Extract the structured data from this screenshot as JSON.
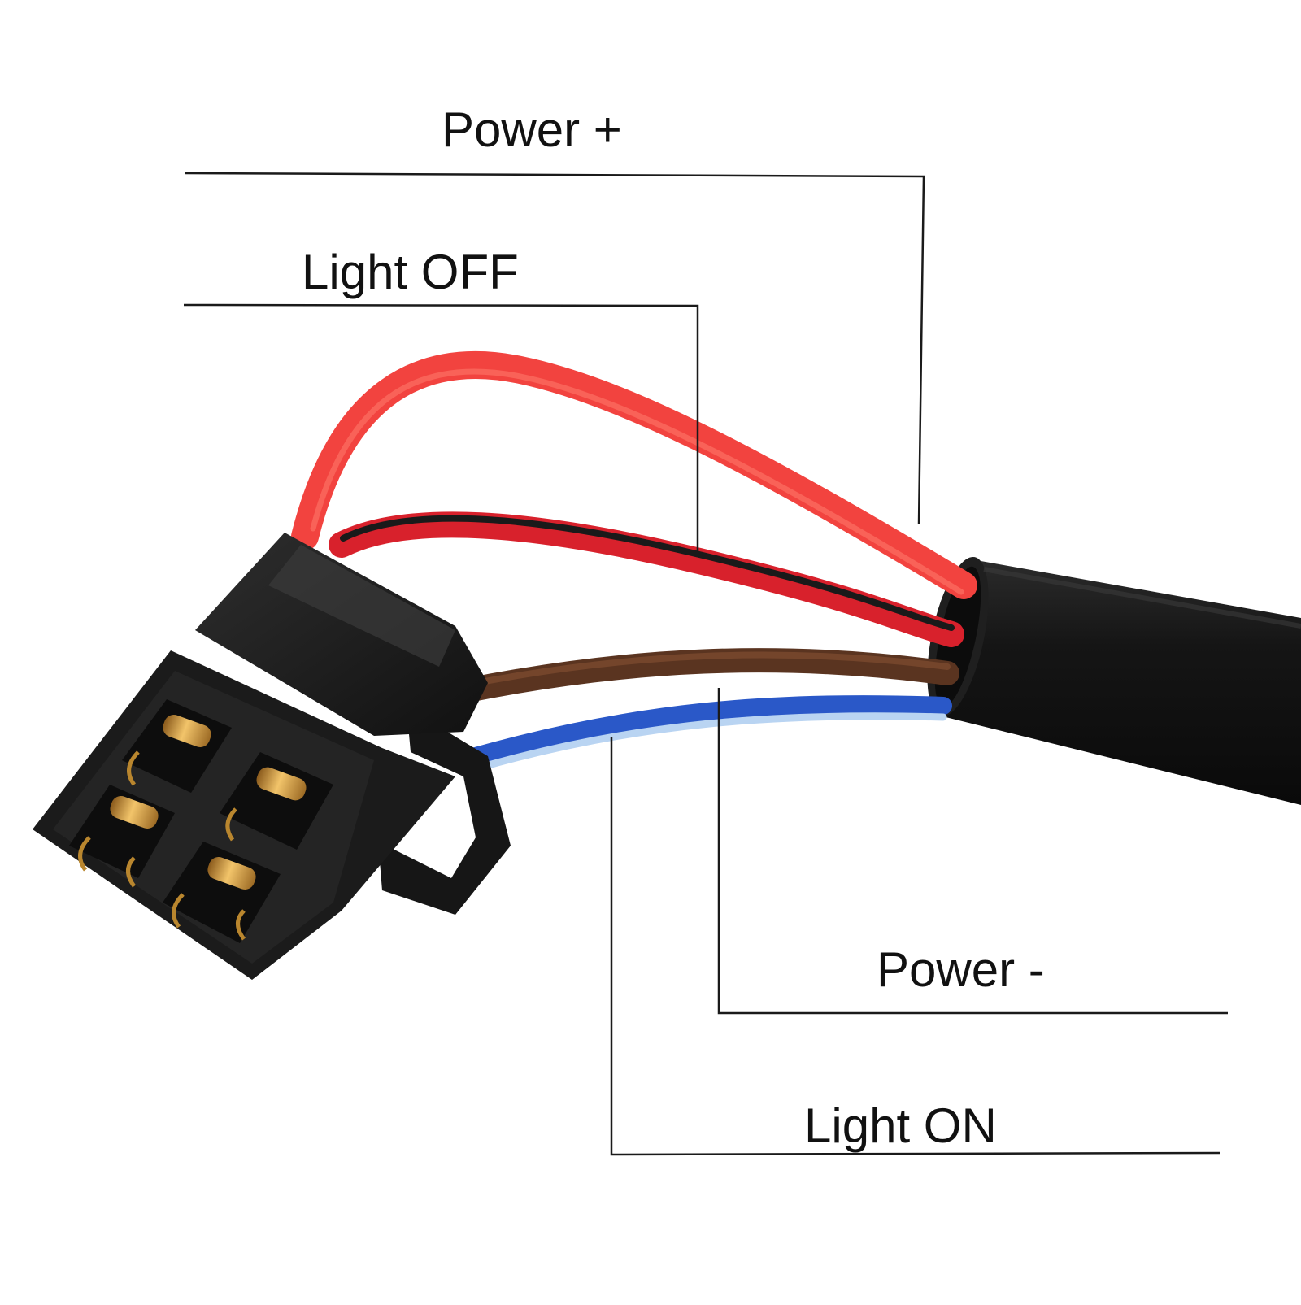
{
  "labels": {
    "power_plus": "Power +",
    "light_off": "Light OFF",
    "power_minus": "Power -",
    "light_on": "Light ON"
  },
  "colors": {
    "background": "#ffffff",
    "leader_line": "#1a1a1a",
    "wire_red": "#f2433f",
    "wire_red_black": "#d8212c",
    "wire_stripe_black": "#1a1a1a",
    "wire_brown": "#5a3420",
    "wire_blue": "#2a58c8",
    "wire_light_blue": "#b9d4f2",
    "connector_body": "#1c1c1c",
    "terminal_brass": "#d9a44a",
    "cable_sheath": "#141414"
  },
  "icons": {
    "connector": "four-pin-connector",
    "cable": "round-cable-sheath"
  }
}
